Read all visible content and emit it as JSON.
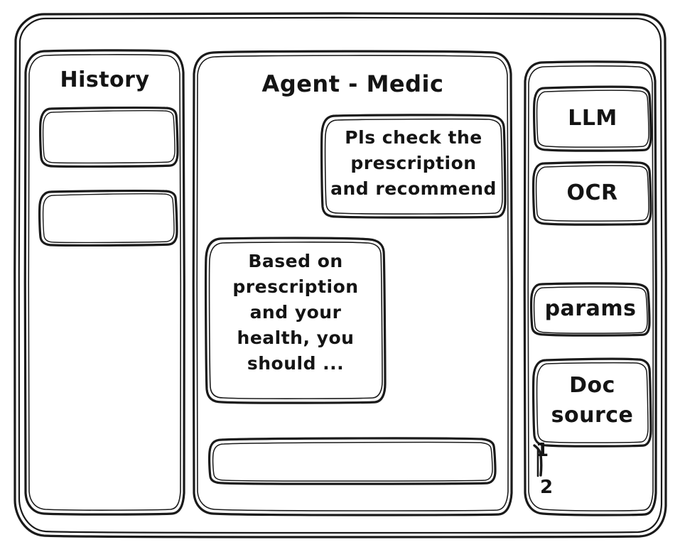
{
  "window": {
    "style": "hand-drawn-wireframe",
    "stroke_color": "#1a1a1a",
    "background_color": "#ffffff"
  },
  "sidebar": {
    "title": "History",
    "items": [
      {
        "label": "",
        "name": "history-item-1"
      },
      {
        "label": "",
        "name": "history-item-2"
      }
    ]
  },
  "main": {
    "title": "Agent - Medic",
    "messages": [
      {
        "role": "user",
        "text": "Pls check the\nprescription\nand recommend"
      },
      {
        "role": "agent",
        "text": "Based on\nprescription\nand your\nhealth, you\nshould ..."
      }
    ],
    "composer": {
      "value": "",
      "placeholder": ""
    }
  },
  "tools_panel": {
    "buttons": [
      {
        "label": "LLM",
        "name": "llm-button"
      },
      {
        "label": "OCR",
        "name": "ocr-button"
      },
      {
        "label": "params",
        "name": "params-button"
      }
    ],
    "doc_source": {
      "label": "Doc\nsource",
      "items": [
        "1",
        "2"
      ]
    }
  }
}
